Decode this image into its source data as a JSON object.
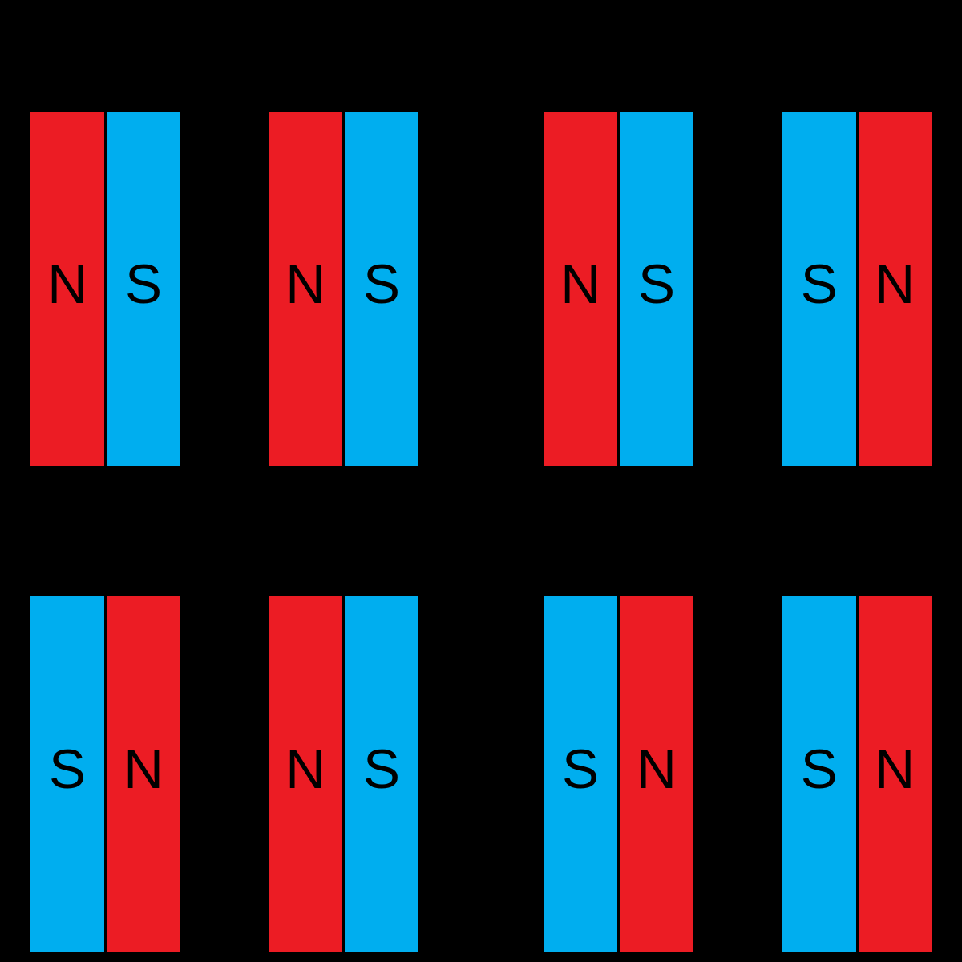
{
  "diagram": {
    "background_color": "#000000",
    "label_color": "#000000",
    "pole_colors": {
      "N": "#EC1C24",
      "S": "#00AEEF"
    },
    "rows": [
      {
        "magnets": [
          {
            "left": {
              "pole": "N",
              "label": "N"
            },
            "right": {
              "pole": "S",
              "label": "S"
            }
          },
          {
            "left": {
              "pole": "N",
              "label": "N"
            },
            "right": {
              "pole": "S",
              "label": "S"
            }
          },
          {
            "left": {
              "pole": "N",
              "label": "N"
            },
            "right": {
              "pole": "S",
              "label": "S"
            }
          },
          {
            "left": {
              "pole": "S",
              "label": "S"
            },
            "right": {
              "pole": "N",
              "label": "N"
            }
          }
        ]
      },
      {
        "magnets": [
          {
            "left": {
              "pole": "S",
              "label": "S"
            },
            "right": {
              "pole": "N",
              "label": "N"
            }
          },
          {
            "left": {
              "pole": "N",
              "label": "N"
            },
            "right": {
              "pole": "S",
              "label": "S"
            }
          },
          {
            "left": {
              "pole": "S",
              "label": "S"
            },
            "right": {
              "pole": "N",
              "label": "N"
            }
          },
          {
            "left": {
              "pole": "S",
              "label": "S"
            },
            "right": {
              "pole": "N",
              "label": "N"
            }
          }
        ]
      }
    ]
  }
}
